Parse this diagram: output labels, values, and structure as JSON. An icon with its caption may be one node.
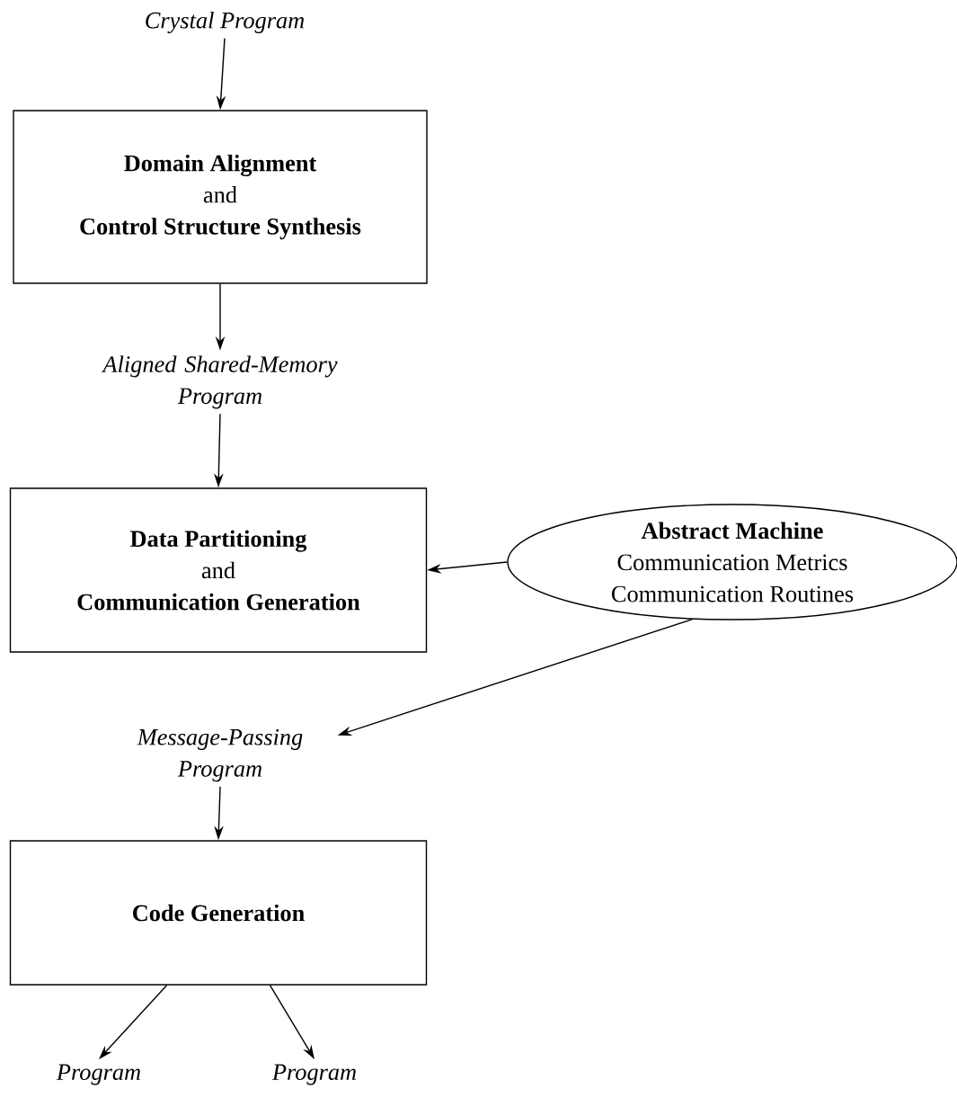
{
  "diagram": {
    "nodes": [
      {
        "text": [
          "Crystal Program"
        ]
      },
      {
        "text": [
          "Domain Alignment",
          "and",
          "Control Structure Synthesis"
        ]
      },
      {
        "text": [
          "Aligned Shared-Memory Program"
        ]
      },
      {
        "text": [
          "Data Partitioning",
          "and",
          "Communication Generation"
        ]
      },
      {
        "text": [
          "Abstract Machine",
          "Communication Metrics",
          "Communication Routines"
        ]
      },
      {
        "text": [
          "Message-Passing Program"
        ]
      },
      {
        "text": [
          "Code Generation"
        ]
      },
      {
        "text": [
          "Program"
        ]
      },
      {
        "text": [
          "Program"
        ]
      }
    ],
    "edges": [
      {
        "from": 0,
        "to": 1,
        "arrow": "to"
      },
      {
        "from": 1,
        "to": 2,
        "arrow": "to"
      },
      {
        "from": 2,
        "to": 3,
        "arrow": "to"
      },
      {
        "from": 4,
        "to": 3,
        "arrow": "to"
      },
      {
        "from": 4,
        "to": 5,
        "arrow": "to"
      },
      {
        "from": 5,
        "to": 6,
        "arrow": "to"
      },
      {
        "from": 6,
        "to": 7,
        "arrow": "to"
      },
      {
        "from": 6,
        "to": 8,
        "arrow": "to"
      }
    ]
  }
}
